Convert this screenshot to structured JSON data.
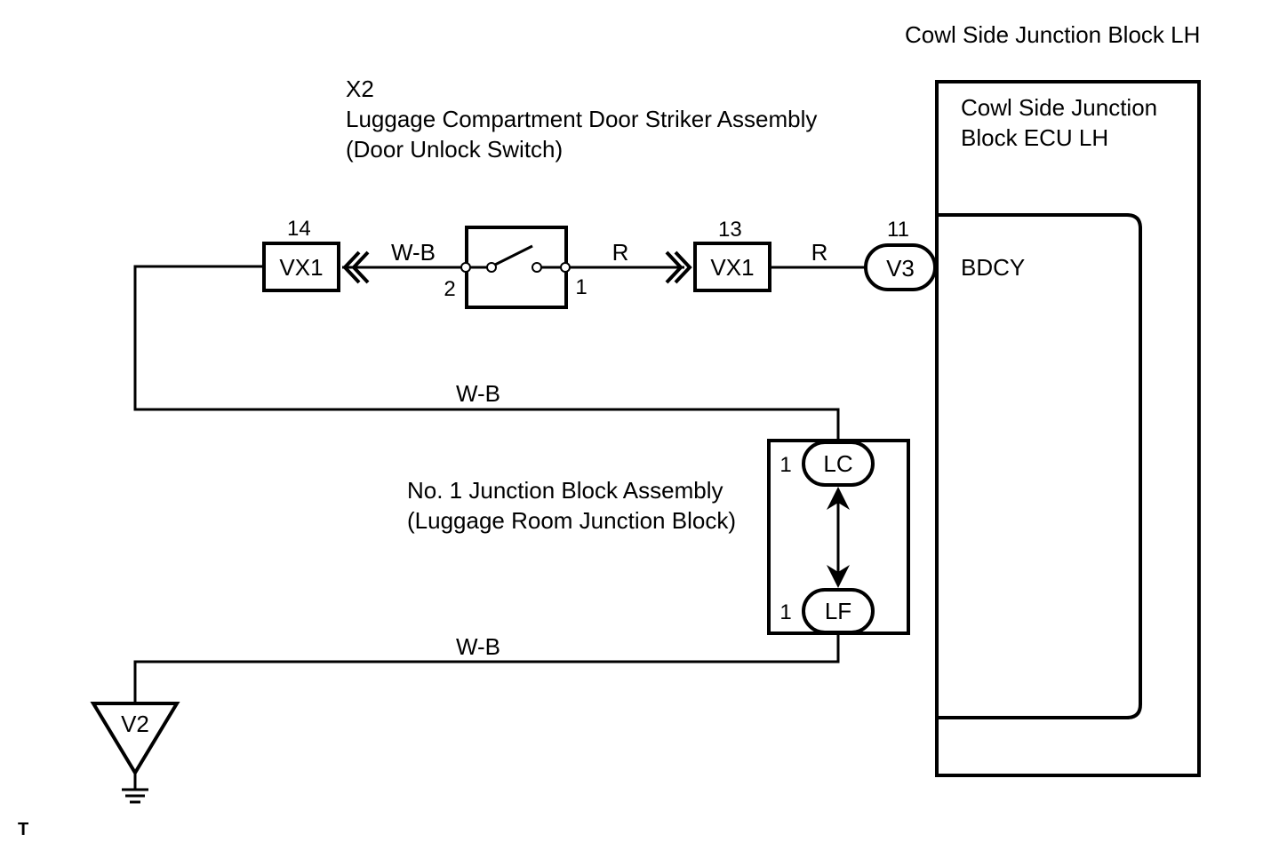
{
  "colors": {
    "line": "#000000",
    "background": "#ffffff"
  },
  "cowl_block": {
    "title": "Cowl Side Junction Block LH",
    "ecu_line1": "Cowl Side Junction",
    "ecu_line2": "Block ECU LH",
    "terminal": "BDCY"
  },
  "striker": {
    "code": "X2",
    "name": "Luggage Compartment Door Striker Assembly",
    "subname": "(Door Unlock Switch)",
    "pin_left": "2",
    "pin_right": "1"
  },
  "connectors": {
    "vx1_left": {
      "label": "VX1",
      "pin": "14"
    },
    "vx1_right": {
      "label": "VX1",
      "pin": "13"
    },
    "v3": {
      "label": "V3",
      "pin": "11"
    }
  },
  "wires": {
    "wb_top": "W-B",
    "r_left": "R",
    "r_right": "R",
    "wb_middle": "W-B",
    "wb_bottom": "W-B"
  },
  "junction_block": {
    "name": "No. 1 Junction Block Assembly",
    "subname": "(Luggage Room Junction Block)",
    "lc_label": "LC",
    "lc_pin": "1",
    "lf_label": "LF",
    "lf_pin": "1"
  },
  "ground": {
    "label": "V2"
  },
  "footer": {
    "mark": "T"
  }
}
